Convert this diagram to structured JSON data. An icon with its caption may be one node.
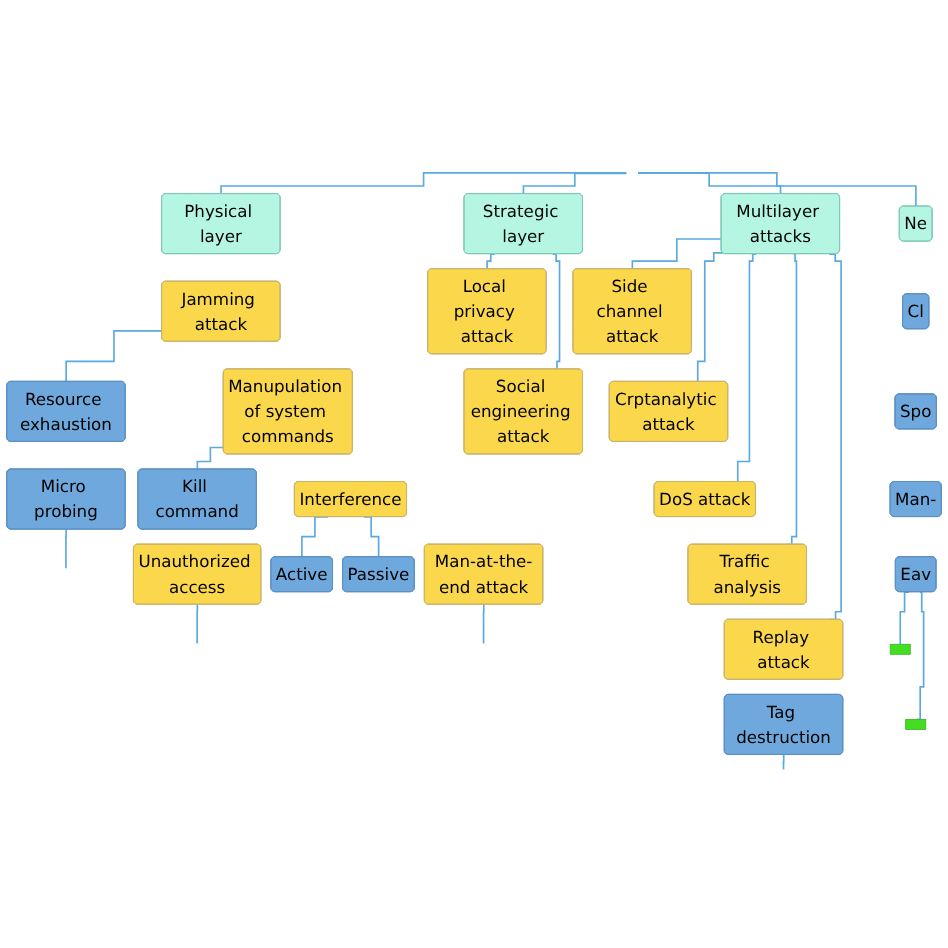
{
  "diagram": {
    "nodes": [
      {
        "text": [
          "Physical layer"
        ]
      },
      {
        "text": [
          "Strategic layer"
        ]
      },
      {
        "text": [
          "Multilayer attacks"
        ]
      },
      {
        "text": [
          "Ne"
        ]
      },
      {
        "text": [
          "Jamming attack"
        ]
      },
      {
        "text": [
          "Manupulation of system commands"
        ]
      },
      {
        "text": [
          "Unauthorized access"
        ]
      },
      {
        "text": [
          "Interference"
        ]
      },
      {
        "text": [
          "Man-at-the-end attack"
        ]
      },
      {
        "text": [
          "Micro probing"
        ]
      },
      {
        "text": [
          "Local privacy attack"
        ]
      },
      {
        "text": [
          "Social engineering attack"
        ]
      },
      {
        "text": [
          "Resource exhaustion"
        ]
      },
      {
        "text": [
          "Kill command"
        ]
      },
      {
        "text": [
          "Active"
        ]
      },
      {
        "text": [
          "Passive"
        ]
      },
      {
        "text": [
          "Side channel attack"
        ]
      },
      {
        "text": [
          "Crptanalytic attack"
        ]
      },
      {
        "text": [
          "DoS attack"
        ]
      },
      {
        "text": [
          "Traffic analysis"
        ]
      },
      {
        "text": [
          "Replay attack"
        ]
      },
      {
        "text": [
          "Tag destruction"
        ]
      },
      {
        "text": [
          "Cl"
        ]
      },
      {
        "text": [
          "Spo"
        ]
      },
      {
        "text": [
          "Man-"
        ]
      },
      {
        "text": [
          "Eav"
        ]
      },
      {
        "text": [],
        "shape": "box"
      },
      {
        "text": [],
        "shape": "box"
      }
    ],
    "edges": [
      {
        "from": null,
        "to": 0,
        "arrow": "none"
      },
      {
        "from": null,
        "to": 1,
        "arrow": "none"
      },
      {
        "from": null,
        "to": 2,
        "arrow": "none"
      },
      {
        "from": null,
        "to": 3,
        "arrow": "none"
      },
      {
        "from": 4,
        "to": 12,
        "arrow": "none"
      },
      {
        "from": 5,
        "to": 13,
        "arrow": "none"
      },
      {
        "from": 6,
        "to": null,
        "arrow": "none"
      },
      {
        "from": 7,
        "to": 14,
        "arrow": "none"
      },
      {
        "from": 7,
        "to": 15,
        "arrow": "none"
      },
      {
        "from": 8,
        "to": null,
        "arrow": "none"
      },
      {
        "from": 9,
        "to": null,
        "arrow": "none"
      },
      {
        "from": 1,
        "to": 10,
        "arrow": "none"
      },
      {
        "from": 1,
        "to": 11,
        "arrow": "none"
      },
      {
        "from": 2,
        "to": 16,
        "arrow": "none"
      },
      {
        "from": 2,
        "to": 17,
        "arrow": "none"
      },
      {
        "from": 2,
        "to": 18,
        "arrow": "none"
      },
      {
        "from": 2,
        "to": 19,
        "arrow": "none"
      },
      {
        "from": 2,
        "to": 20,
        "arrow": "none"
      },
      {
        "from": 21,
        "to": null,
        "arrow": "none"
      },
      {
        "from": 25,
        "to": 26,
        "arrow": "none"
      },
      {
        "from": 25,
        "to": 27,
        "arrow": "none"
      }
    ]
  }
}
